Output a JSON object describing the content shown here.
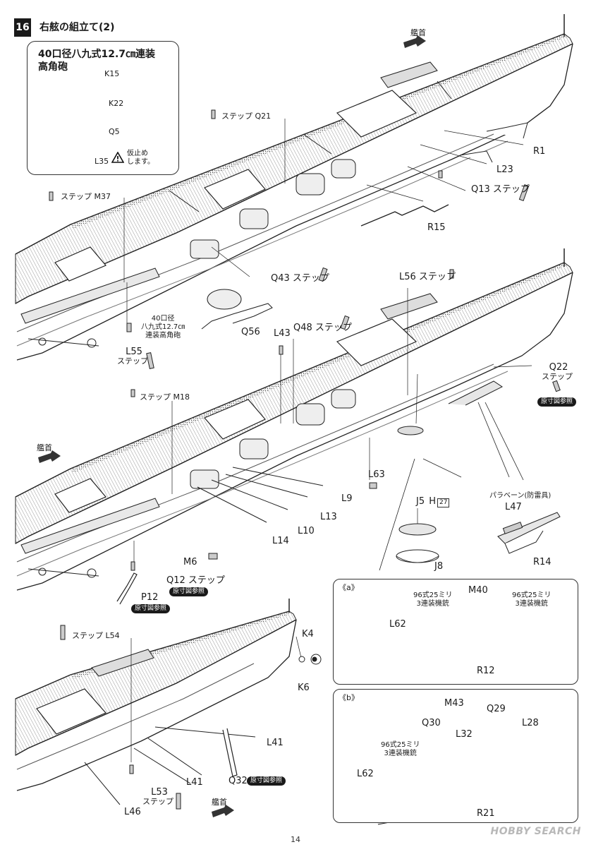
{
  "step": {
    "number": "16",
    "title": "右舷の組立て(2)"
  },
  "inset": {
    "title_line1": "40口径八九式12.7㎝連装",
    "title_line2": "高角砲",
    "parts": [
      "K15",
      "K22",
      "Q5",
      "L35"
    ],
    "note_line1": "仮止め",
    "note_line2": "します。"
  },
  "bow_label": "艦首",
  "section1": {
    "m37": "ステップ M37",
    "q21": "ステップ Q21",
    "r1": "R1",
    "l23": "L23",
    "q13": "Q13 ステップ",
    "r15": "R15",
    "q43": "Q43 ステップ",
    "gun_line1": "40口径",
    "gun_line2": "八九式12.7㎝",
    "gun_line3": "連装高角砲",
    "q56": "Q56",
    "l55_a": "L55",
    "l55_b": "ステップ"
  },
  "section2": {
    "l56": "L56 ステップ",
    "l43": "L43",
    "q48": "Q48 ステップ",
    "m18": "ステップ M18",
    "q22_a": "Q22",
    "q22_b": "ステップ",
    "ref1": "原寸図参照",
    "l63": "L63",
    "l9": "L9",
    "l13": "L13",
    "l10": "L10",
    "l14": "L14",
    "m6": "M6",
    "q12": "Q12 ステップ",
    "ref2": "原寸図参照",
    "p12": "P12",
    "ref3": "原寸図参照"
  },
  "boat_detail": {
    "j5": "J5",
    "h": "H",
    "h_num": "27",
    "j8": "J8"
  },
  "paravane_detail": {
    "title": "パラベーン(防雷具)",
    "l47": "L47",
    "r14": "R14"
  },
  "panel_a": {
    "tag": "《a》",
    "gun_left_1": "96式25ミリ",
    "gun_left_2": "3連装機銃",
    "m40": "M40",
    "gun_right_1": "96式25ミリ",
    "gun_right_2": "3連装機銃",
    "l62": "L62",
    "r12": "R12"
  },
  "panel_b": {
    "tag": "《b》",
    "m43": "M43",
    "q29": "Q29",
    "q30": "Q30",
    "l32": "L32",
    "l28": "L28",
    "gun_1": "96式25ミリ",
    "gun_2": "3連装機銃",
    "l62": "L62",
    "r21": "R21"
  },
  "section3": {
    "l54": "ステップ L54",
    "k4": "K4",
    "k6": "K6",
    "l41_a": "L41",
    "l41_b": "L41",
    "q32": "Q32",
    "ref": "原寸図参照",
    "l53_a": "L53",
    "l53_b": "ステップ",
    "l46": "L46"
  },
  "page_number": "14",
  "watermark": "HOBBY SEARCH"
}
